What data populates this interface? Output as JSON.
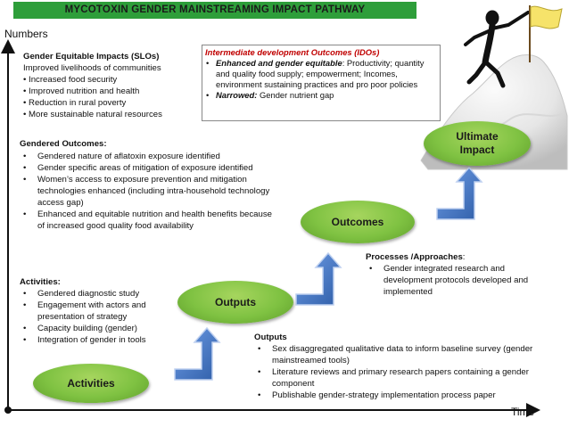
{
  "banner": {
    "title": "MYCOTOXIN GENDER MAINSTREAMING  IMPACT PATHWAY"
  },
  "axes": {
    "y_label": "Numbers",
    "x_label": "Time"
  },
  "slos": {
    "title": "Gender Equitable Impacts (SLOs)",
    "items": [
      "Improved livelihoods of communities",
      "• Increased food  security",
      "• Improved nutrition and health",
      "• Reduction in rural poverty",
      "• More sustainable natural resources"
    ]
  },
  "idos": {
    "title": "Intermediate development Outcomes (IDOs)",
    "item1_bold": "Enhanced and gender equitable",
    "item1_rest": ": Productivity; quantity and quality food supply; empowerment; Incomes, environment sustaining practices and pro poor policies",
    "item2_bold": "Narrowed:",
    "item2_rest": " Gender nutrient gap"
  },
  "gendered_outcomes": {
    "title": "Gendered Outcomes:",
    "items": [
      "Gendered nature of aflatoxin exposure identified",
      "Gender specific areas of mitigation of exposure identified",
      "Women’s access to exposure prevention and mitigation technologies enhanced (including intra-household technology access gap)",
      "Enhanced and equitable nutrition and health benefits because of increased good quality food availability"
    ]
  },
  "activities_box": {
    "title": "Activities:",
    "items": [
      "Gendered diagnostic study",
      "Engagement with actors  and presentation of strategy",
      "Capacity building (gender)",
      "Integration of gender in tools"
    ]
  },
  "processes": {
    "title": "Processes /Approaches",
    "title_suffix": ":",
    "items": [
      "Gender integrated research and development protocols developed and implemented"
    ]
  },
  "outputs_box": {
    "title": "Outputs",
    "items": [
      "Sex disaggregated qualitative data to inform baseline survey (gender mainstreamed tools)",
      "Literature reviews and primary research papers containing a gender component",
      "Publishable gender-strategy implementation process paper"
    ]
  },
  "stages": {
    "activities": "Activities",
    "outputs": "Outputs",
    "outcomes": "Outcomes",
    "impact_line1": "Ultimate",
    "impact_line2": "Impact"
  },
  "colors": {
    "banner": "#2e9e3a",
    "ellipse": "#7fc242",
    "arrow": "#3f6fc0",
    "ido_title": "#c00000"
  },
  "icons": [
    "mountain-peak-icon",
    "stick-figure-icon",
    "flag-icon",
    "up-right-arrow-icon"
  ]
}
